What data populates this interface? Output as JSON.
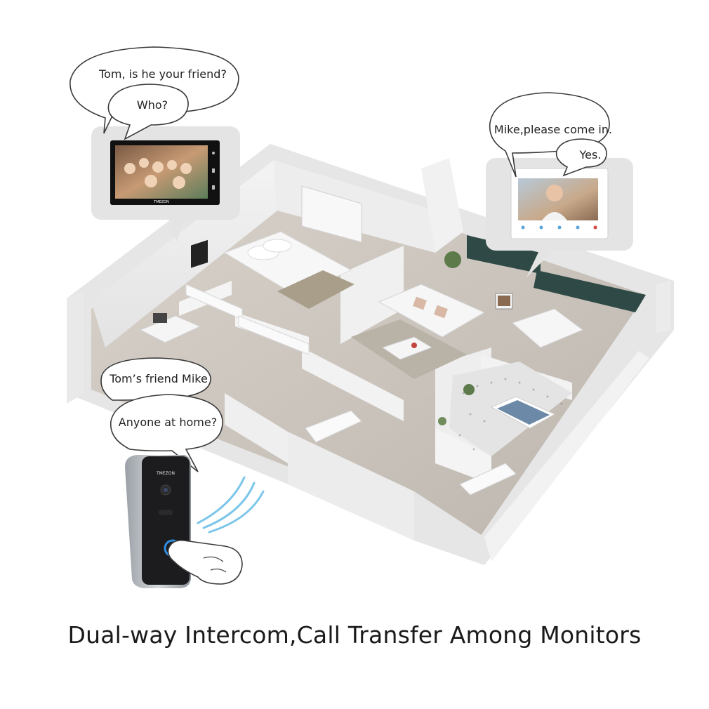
{
  "bubbles": {
    "top_left_outer": "Tom, is he your friend?",
    "top_left_inner": "Who?",
    "top_right_outer": "Mike,please come in.",
    "top_right_inner": "Yes.",
    "left_outer": "Tom’s friend Mike",
    "left_inner": "Anyone at home?"
  },
  "brand": "TMEZON",
  "caption": "Dual-way Intercom,Call Transfer Among Monitors"
}
